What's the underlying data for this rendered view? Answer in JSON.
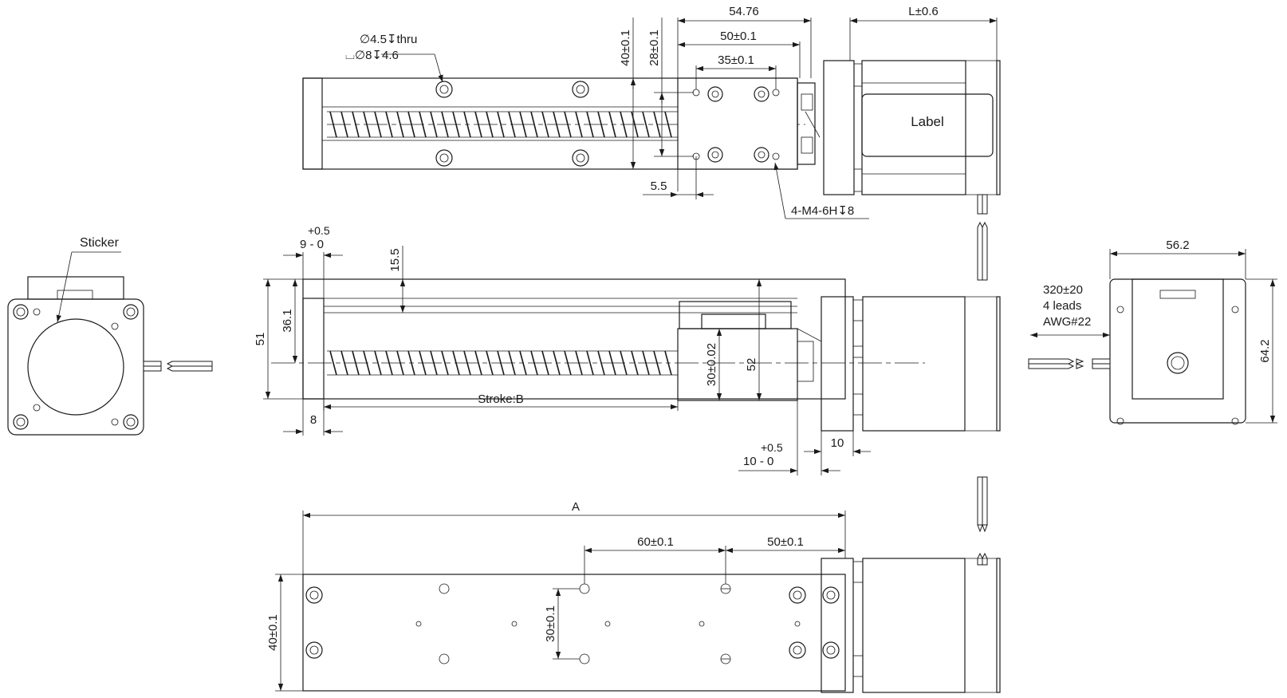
{
  "drawing": {
    "top_view": {
      "hole_callout_thru": "∅4.5↧thru",
      "hole_callout_cbore": "⌴∅8↧4.6",
      "tap_callout": "4-M4-6H↧8",
      "label_text": "Label",
      "dims": {
        "carriage_width": "54.76",
        "carriage_hole_span": "50±0.1",
        "carriage_inner_span": "35±0.1",
        "motor_length": "L±0.6",
        "body_width": "40±0.1",
        "carriage_hole_pitch": "28±0.1",
        "hole_offset": "5.5"
      }
    },
    "side_view": {
      "stroke_label": "Stroke:B",
      "dims": {
        "end_plate_tol": "+0.5",
        "end_plate": "9 - 0",
        "rail_top": "15.5",
        "overall_height": "51",
        "screw_height": "36.1",
        "carriage_center": "30±0.02",
        "carriage_height": "52",
        "end_offset": "8",
        "motor_flange_tol": "+0.5",
        "motor_flange": "10 - 0",
        "motor_plate": "10"
      }
    },
    "left_end_view": {
      "sticker_label": "Sticker"
    },
    "right_end_view": {
      "dims": {
        "width": "56.2",
        "height": "64.2"
      },
      "lead_info": [
        "320±20",
        "4 leads",
        "AWG#22"
      ]
    },
    "bottom_view": {
      "dims": {
        "overall_length": "A",
        "hole_pitch_a": "60±0.1",
        "hole_pitch_b": "50±0.1",
        "body_width": "40±0.1",
        "hole_pitch_c": "30±0.1"
      }
    }
  }
}
